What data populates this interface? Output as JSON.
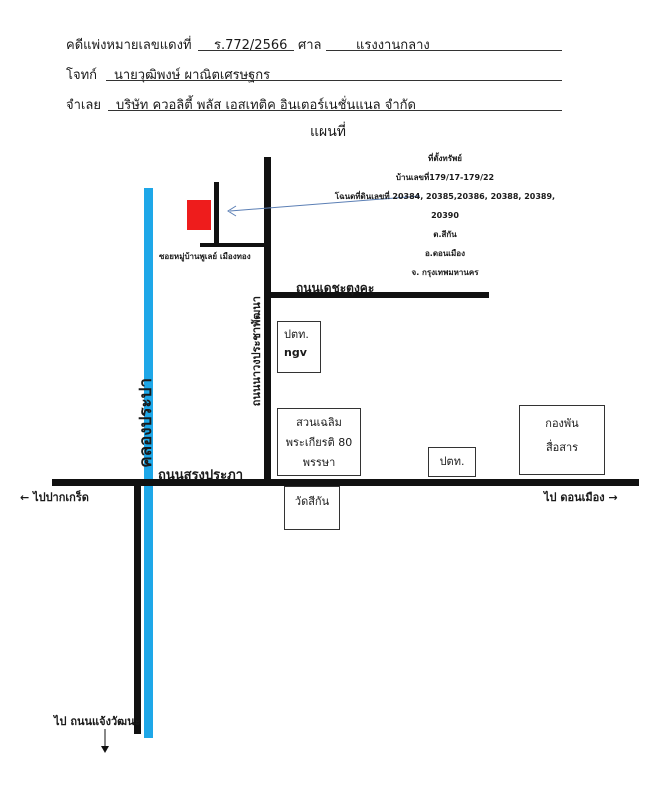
{
  "header": {
    "case_label": "คดีแพ่งหมายเลขแดงที่",
    "case_no": "ร.772/2566",
    "court_label": "ศาล",
    "court": "แรงงานกลาง",
    "plaintiff_label": "โจทก์",
    "plaintiff": "นายวุฒิพงษ์  ผาณิตเศรษฐกร",
    "defendant_label": "จำเลย",
    "defendant": "บริษัท ควอลิตี้ พลัส เอสเทติค อินเตอร์เนชั่นแนล จำกัด"
  },
  "map_title": "แผนที่",
  "property": {
    "title": "ที่ตั้งทรัพย์",
    "house_no": "บ้านเลขที่179/17-179/22",
    "deed_no": "โฉนดที่ดินเลขที่ 20384, 20385,20386, 20388, 20389, 20390",
    "subdistrict": "ต.สีกัน",
    "district": "อ.ดอนเมือง",
    "province": "จ. กรุงเทพมหานคร",
    "marker_color": "#ee1c1c"
  },
  "roads": {
    "soi": "ซอยหมู่บ้านพูเลย์ เมืองทอง",
    "techatungkha": "ถนนเดชะตุงคะ",
    "prachapattana": "ถนนนาวงประชาพัฒนา",
    "songprapha": "ถนนสรงประภา",
    "canal": "คลองประปา"
  },
  "places": {
    "ptt_ngv_1": "ปตท.",
    "ptt_ngv_2": "ngv",
    "park_1": "สวนเฉลิม",
    "park_2": "พระเกียรติ 80",
    "park_3": "พรรษา",
    "ptt": "ปตท.",
    "temple": "วัดสีกัน",
    "printing_1": "กองพัน",
    "printing_2": "สื่อสาร"
  },
  "directions": {
    "left": "ไปปากเกร็ด",
    "right": "ไป ดอนเมือง",
    "down": "ไป ถนนแจ้งวัฒนะ"
  },
  "colors": {
    "canal": "#1ea7e8",
    "road": "#111111",
    "marker": "#ee1c1c"
  }
}
